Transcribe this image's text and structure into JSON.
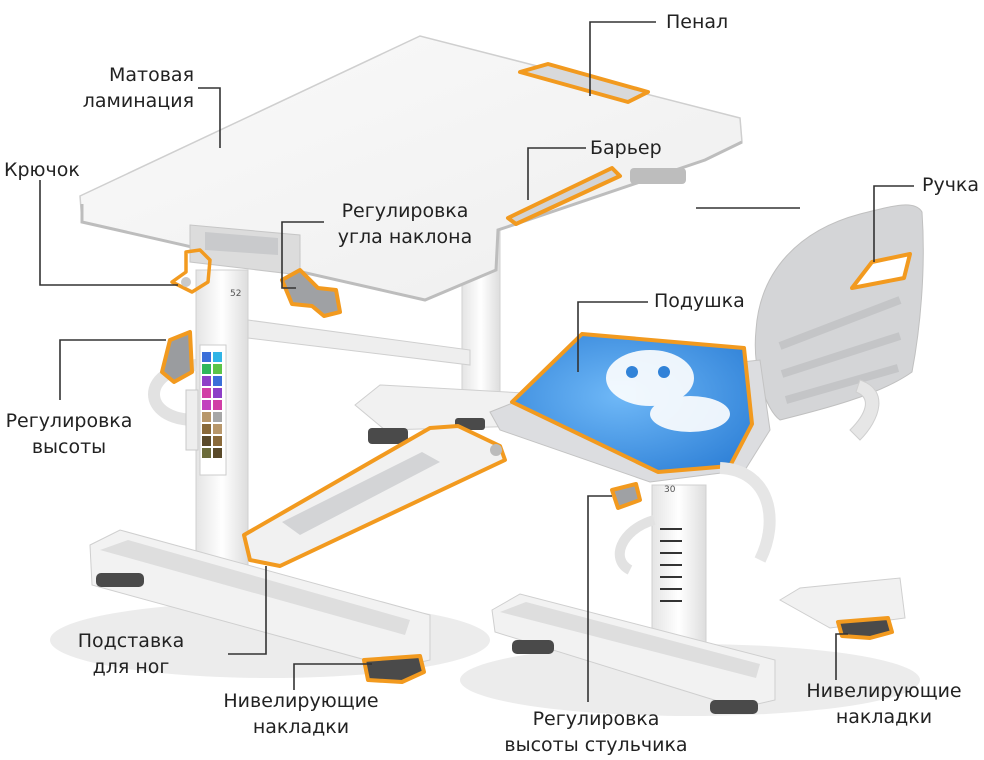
{
  "labels": {
    "penal": "Пенал",
    "matte_line1": "Матовая",
    "matte_line2": "ламинация",
    "hook": "Крючок",
    "barrier": "Барьер",
    "tilt_line1": "Регулировка",
    "tilt_line2": "угла наклона",
    "handle": "Ручка",
    "cushion": "Подушка",
    "height_line1": "Регулировка",
    "height_line2": "высоты",
    "footrest_line1": "Подставка",
    "footrest_line2": "для ног",
    "pads_left_line1": "Нивелирующие",
    "pads_left_line2": "накладки",
    "chair_height_line1": "Регулировка",
    "chair_height_line2": "высоты стульчика",
    "pads_right_line1": "Нивелирующие",
    "pads_right_line2": "накладки"
  },
  "scale_numbers": {
    "desk": "52",
    "chair": "30"
  },
  "colors": {
    "highlight": "#f29a1f",
    "leader": "#333333",
    "frame": "#f3f3f3",
    "frame_edge": "#c9c9c9",
    "gray_part": "#cfd1d3",
    "cushion": "#3f97e8",
    "foot": "#4a4a4a"
  }
}
